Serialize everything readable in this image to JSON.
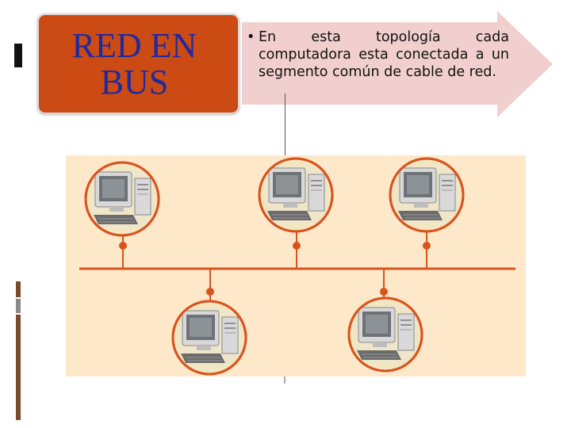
{
  "slide": {
    "title": "RED EN\nBUS",
    "bullet_symbol": "•",
    "bullet_text": "En esta topología cada computadora esta conectada a un segmento común de cable de red."
  },
  "colors": {
    "title_bg": "#cc4a14",
    "title_text": "#1e2aa0",
    "arrow_fill": "#f2cfcf",
    "panel_bg": "#fde9c9",
    "bus_line": "#d9531e"
  },
  "diagram": {
    "icon": "desktop-computer-icon",
    "top_nodes": 3,
    "bottom_nodes": 2
  }
}
